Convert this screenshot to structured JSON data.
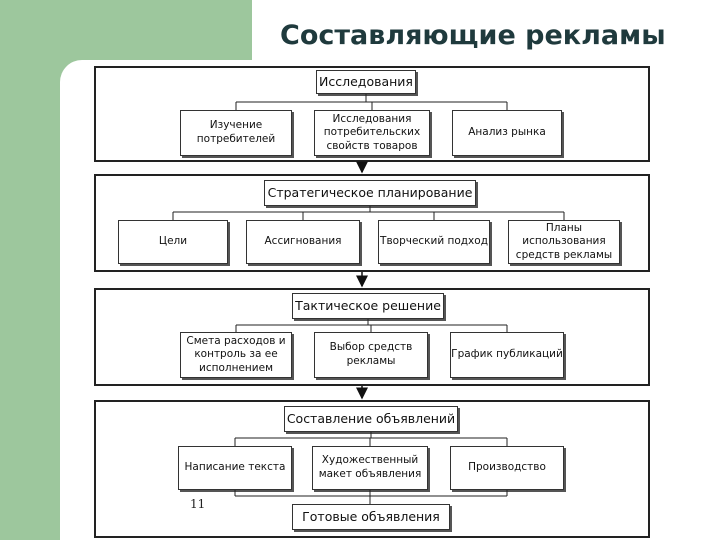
{
  "title": "Составляющие рекламы",
  "page_number": "11",
  "sections": [
    {
      "head": "Исследования",
      "items": [
        "Изучение потребителей",
        "Исследования потребительских свойств товаров",
        "Анализ рынка"
      ]
    },
    {
      "head": "Стратегическое планирование",
      "items": [
        "Цели",
        "Ассигнования",
        "Творческий подход",
        "Планы использования средств рекламы"
      ]
    },
    {
      "head": "Тактическое решение",
      "items": [
        "Смета расходов и контроль за ее исполнением",
        "Выбор средств рекламы",
        "График публикаций"
      ]
    },
    {
      "head": "Составление объявлений",
      "items": [
        "Написание текста",
        "Художественный макет объявления",
        "Производство"
      ],
      "footer": "Готовые объявления"
    }
  ]
}
